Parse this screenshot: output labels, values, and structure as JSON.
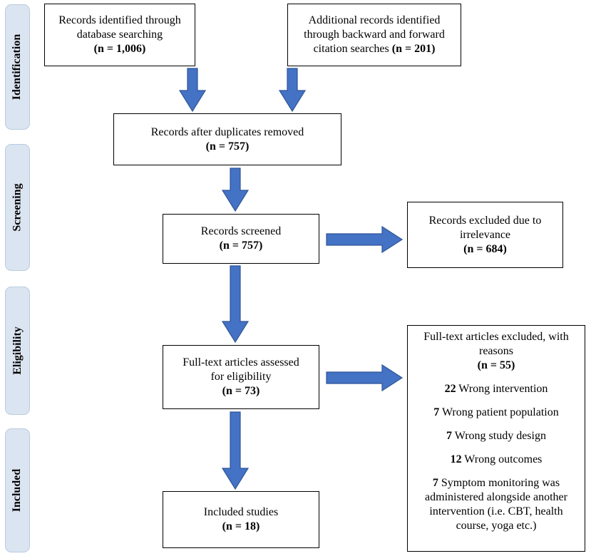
{
  "phases": [
    "Identification",
    "Screening",
    "Eligibility",
    "Included"
  ],
  "boxes": {
    "database": {
      "lines": [
        "Records identified through",
        "database searching"
      ],
      "n": "(n = 1,006)"
    },
    "additional": {
      "lines": [
        "Additional records identified",
        "through backward and forward"
      ],
      "tail": "citation searches",
      "n": "(n = 201)"
    },
    "duplicates": {
      "lines": [
        "Records after duplicates removed"
      ],
      "n": "(n = 757)"
    },
    "screened": {
      "lines": [
        "Records screened"
      ],
      "n": "(n = 757)"
    },
    "excluded": {
      "lines": [
        "Records excluded due to",
        "irrelevance"
      ],
      "n": "(n = 684)"
    },
    "fulltext": {
      "lines": [
        "Full-text articles assessed",
        "for eligibility"
      ],
      "n": "(n = 73)"
    },
    "included": {
      "lines": [
        "Included studies"
      ],
      "n": "(n = 18)"
    }
  },
  "reasons": {
    "head": [
      "Full-text articles excluded, with",
      "reasons"
    ],
    "n": "(n = 55)",
    "items": [
      {
        "count": "22",
        "text": " Wrong intervention"
      },
      {
        "count": "7",
        "text": " Wrong patient population"
      },
      {
        "count": "7",
        "text": " Wrong study design"
      },
      {
        "count": "12",
        "text": " Wrong outcomes"
      },
      {
        "count": "7",
        "text": " Symptom monitoring was",
        "more": [
          "administered alongside another",
          "intervention (i.e. CBT, health",
          "course, yoga etc.)"
        ]
      }
    ]
  },
  "colors": {
    "arrow": "#4472c4",
    "phase_fill": "#dbe5f1"
  }
}
